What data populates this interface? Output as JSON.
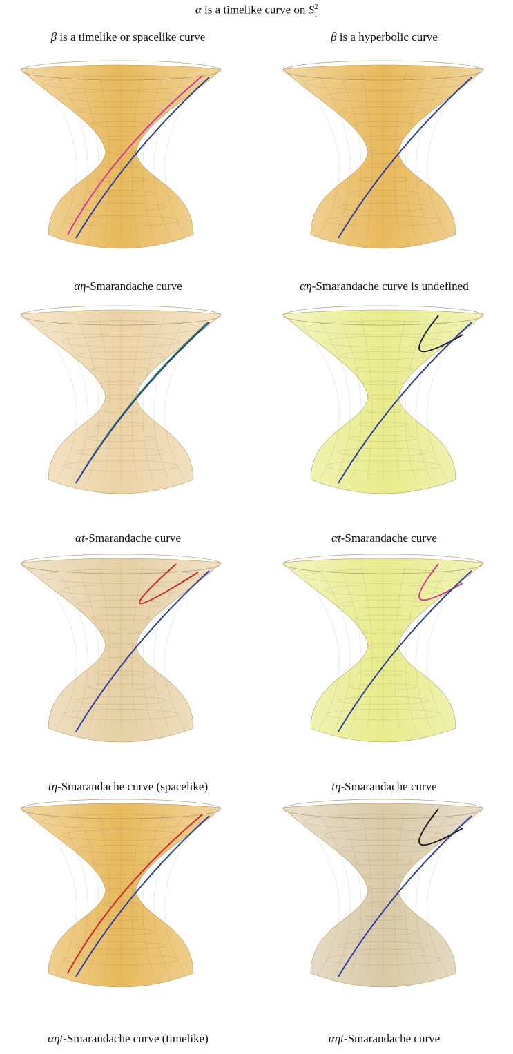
{
  "header": {
    "title_symbol": "α",
    "title_text": " is a timelike curve on ",
    "title_set": "S",
    "title_sup": "2",
    "title_sub": "1"
  },
  "columns": [
    {
      "symbol": "β",
      "text": " is a timelike or spacelike curve"
    },
    {
      "symbol": "β",
      "text": " is a hyperbolic curve"
    }
  ],
  "panels": [
    {
      "caption_symbol": "αη",
      "caption_text": "-Smarandache curve",
      "surface": "#e8b95c",
      "curves": [
        "#d03a9c",
        "#2d3f9e"
      ]
    },
    {
      "caption_symbol": "αη",
      "caption_text": "-Smarandache curve is undefined",
      "surface": "#e8b95c",
      "curves": [
        "#2d3f9e"
      ]
    },
    {
      "caption_symbol": "αt",
      "caption_text": "-Smarandache curve",
      "surface": "#ecd3a6",
      "curves": [
        "#2e9c4a",
        "#2d3f9e"
      ]
    },
    {
      "caption_symbol": "αt",
      "caption_text": "-Smarandache curve",
      "surface": "#e8ec8c",
      "curves": [
        "#1a1a2e",
        "#2d3f9e"
      ]
    },
    {
      "caption_symbol": "tη",
      "caption_text": "-Smarandache curve (spacelike)",
      "surface": "#e6cfa4",
      "curves": [
        "#d0282a",
        "#2d3f9e"
      ]
    },
    {
      "caption_symbol": "tη",
      "caption_text": "-Smarandache curve",
      "surface": "#e8ec8c",
      "curves": [
        "#c93c95",
        "#2d3f9e"
      ]
    },
    {
      "caption_symbol": "αηt",
      "caption_text": "-Smarandache curve (timelike)",
      "surface": "#e8b95c",
      "curves": [
        "#d0282a",
        "#2d3f9e"
      ]
    },
    {
      "caption_symbol": "αηt",
      "caption_text": "-Smarandache curve",
      "surface": "#d9c9a8",
      "curves": [
        "#1a1a1a",
        "#2d3f9e"
      ]
    }
  ]
}
